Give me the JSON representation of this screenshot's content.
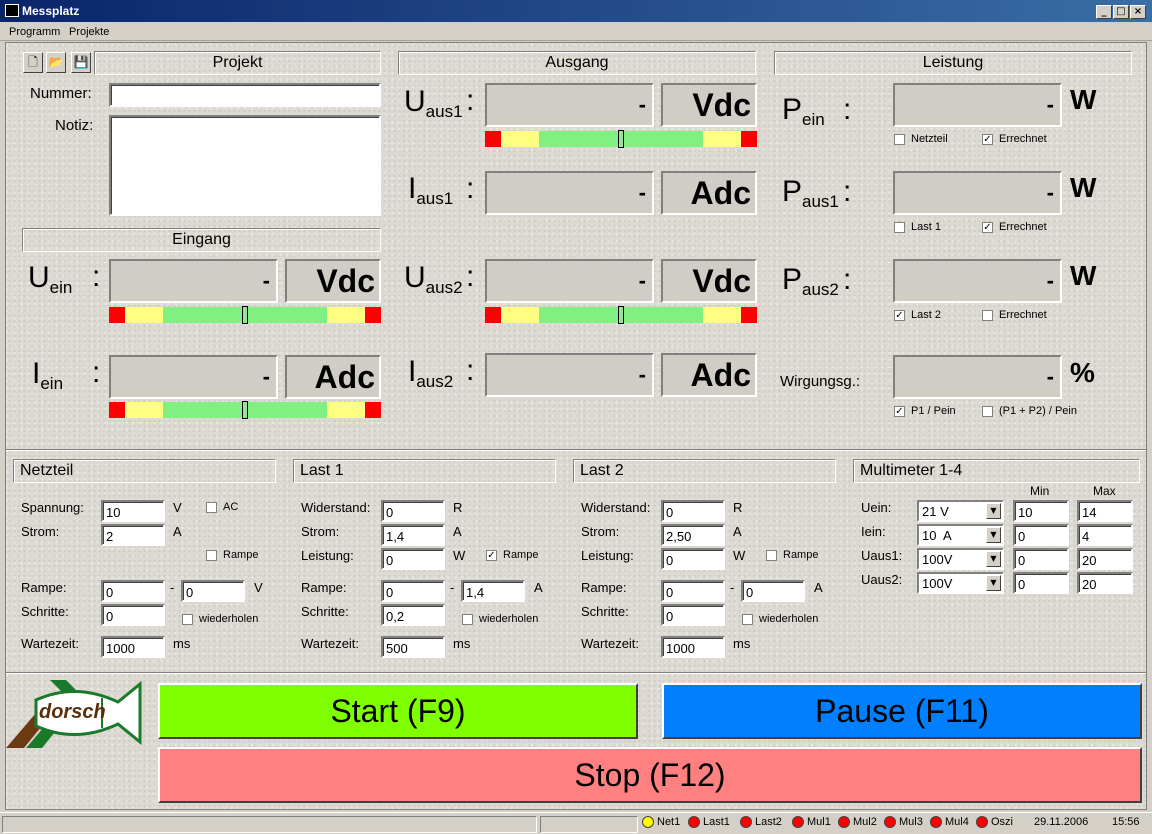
{
  "window": {
    "title": "Messplatz"
  },
  "menu": [
    "Programm",
    "Projekte"
  ],
  "projekt": {
    "header": "Projekt",
    "nummer_label": "Nummer:",
    "notiz_label": "Notiz:",
    "nummer_value": "",
    "notiz_value": ""
  },
  "eingang": {
    "header": "Eingang",
    "u": {
      "sym": "U",
      "sub": "ein",
      "value": "-",
      "unit": "Vdc",
      "level": 0.5
    },
    "i": {
      "sym": "I",
      "sub": "ein",
      "value": "-",
      "unit": "Adc",
      "level": 0.5
    }
  },
  "ausgang": {
    "header": "Ausgang",
    "u1": {
      "sym": "U",
      "sub": "aus1",
      "value": "-",
      "unit": "Vdc",
      "level": 0.5
    },
    "i1": {
      "sym": "I",
      "sub": "aus1",
      "value": "-",
      "unit": "Adc"
    },
    "u2": {
      "sym": "U",
      "sub": "aus2",
      "value": "-",
      "unit": "Vdc",
      "level": 0.5
    },
    "i2": {
      "sym": "I",
      "sub": "aus2",
      "value": "-",
      "unit": "Adc"
    }
  },
  "leistung": {
    "header": "Leistung",
    "pein": {
      "sym": "P",
      "sub": "ein",
      "colon": ":",
      "value": "-",
      "unit": "W",
      "c1": "Netzteil",
      "c1_checked": false,
      "c2": "Errechnet",
      "c2_checked": true
    },
    "paus1": {
      "sym": "P",
      "sub": "aus1",
      "colon": ":",
      "value": "-",
      "unit": "W",
      "c1": "Last 1",
      "c1_checked": false,
      "c2": "Errechnet",
      "c2_checked": true
    },
    "paus2": {
      "sym": "P",
      "sub": "aus2",
      "colon": ":",
      "value": "-",
      "unit": "W",
      "c1": "Last 2",
      "c1_checked": true,
      "c2": "Errechnet",
      "c2_checked": false
    },
    "wirk": {
      "label": "Wirgungsg.:",
      "value": "-",
      "unit": "%",
      "c1": "P1 / Pein",
      "c1_checked": true,
      "c2": "(P1 + P2) / Pein",
      "c2_checked": false
    }
  },
  "colon": ":",
  "check_mark": "✓",
  "netzteil": {
    "header": "Netzteil",
    "spannung_label": "Spannung:",
    "spannung": "10",
    "spannung_unit": "V",
    "ac_label": "AC",
    "ac_checked": false,
    "strom_label": "Strom:",
    "strom": "2",
    "strom_unit": "A",
    "rampe_label": "Rampe",
    "rampe_checked": false,
    "rampe_from_label": "Rampe:",
    "rampe_from": "0",
    "dash": "-",
    "rampe_to": "0",
    "rampe_unit": "V",
    "schritte_label": "Schritte:",
    "schritte": "0",
    "wiederholen_label": "wiederholen",
    "wiederholen_checked": false,
    "wartezeit_label": "Wartezeit:",
    "wartezeit": "1000",
    "wartezeit_unit": "ms"
  },
  "last1": {
    "header": "Last 1",
    "widerstand_label": "Widerstand:",
    "widerstand": "0",
    "widerstand_unit": "R",
    "strom_label": "Strom:",
    "strom": "1,4",
    "strom_unit": "A",
    "leistung_label": "Leistung:",
    "leistung": "0",
    "leistung_unit": "W",
    "rampe_label": "Rampe",
    "rampe_checked": true,
    "rampe_from_label": "Rampe:",
    "rampe_from": "0",
    "dash": "-",
    "rampe_to": "1,4",
    "rampe_unit": "A",
    "schritte_label": "Schritte:",
    "schritte": "0,2",
    "wiederholen_label": "wiederholen",
    "wiederholen_checked": false,
    "wartezeit_label": "Wartezeit:",
    "wartezeit": "500",
    "wartezeit_unit": "ms"
  },
  "last2": {
    "header": "Last 2",
    "widerstand_label": "Widerstand:",
    "widerstand": "0",
    "widerstand_unit": "R",
    "strom_label": "Strom:",
    "strom": "2,50",
    "strom_unit": "A",
    "leistung_label": "Leistung:",
    "leistung": "0",
    "leistung_unit": "W",
    "rampe_label": "Rampe",
    "rampe_checked": false,
    "rampe_from_label": "Rampe:",
    "rampe_from": "0",
    "dash": "-",
    "rampe_to": "0",
    "rampe_unit": "A",
    "schritte_label": "Schritte:",
    "schritte": "0",
    "wiederholen_label": "wiederholen",
    "wiederholen_checked": false,
    "wartezeit_label": "Wartezeit:",
    "wartezeit": "1000",
    "wartezeit_unit": "ms"
  },
  "multimeter": {
    "header": "Multimeter 1-4",
    "min_label": "Min",
    "max_label": "Max",
    "rows": [
      {
        "label": "Uein:",
        "range": "21 V",
        "min": "10",
        "max": "14"
      },
      {
        "label": "Iein:",
        "range": "10  A",
        "min": "0",
        "max": "4"
      },
      {
        "label": "Uaus1:",
        "range": "100V",
        "min": "0",
        "max": "20"
      },
      {
        "label": "Uaus2:",
        "range": "100V",
        "min": "0",
        "max": "20"
      }
    ]
  },
  "logo": {
    "text": "dorsch"
  },
  "buttons": {
    "start": "Start  (F9)",
    "pause": "Pause  (F11)",
    "stop": "Stop  (F12)"
  },
  "colors": {
    "start": "#80ff00",
    "pause": "#0080ff",
    "stop": "#ff8080",
    "bar_red": "#ff0000",
    "bar_yellow": "#ffff80",
    "bar_green": "#80f080"
  },
  "status": {
    "items": [
      {
        "name": "Net1",
        "color": "#ffff00"
      },
      {
        "name": "Last1",
        "color": "#ff0000"
      },
      {
        "name": "Last2",
        "color": "#ff0000"
      },
      {
        "name": "Mul1",
        "color": "#ff0000"
      },
      {
        "name": "Mul2",
        "color": "#ff0000"
      },
      {
        "name": "Mul3",
        "color": "#ff0000"
      },
      {
        "name": "Mul4",
        "color": "#ff0000"
      },
      {
        "name": "Oszi",
        "color": "#ff0000"
      }
    ],
    "date": "29.11.2006",
    "time": "15:56"
  }
}
